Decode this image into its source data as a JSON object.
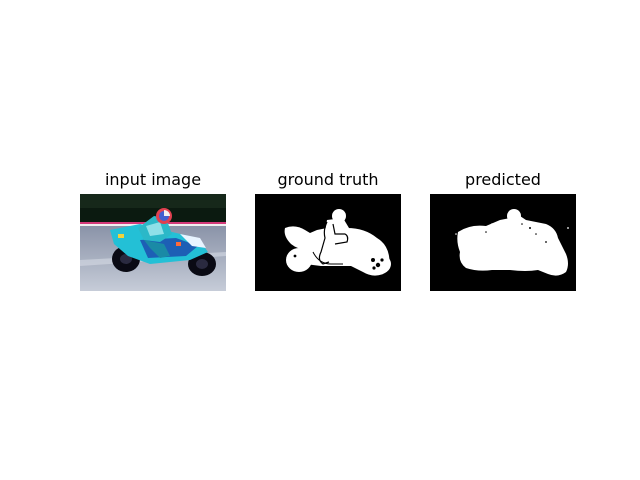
{
  "figure": {
    "panels": [
      {
        "title": "input image"
      },
      {
        "title": "ground truth"
      },
      {
        "title": "predicted"
      }
    ],
    "colors": {
      "mask_background": "#000000",
      "mask_foreground": "#ffffff"
    }
  }
}
